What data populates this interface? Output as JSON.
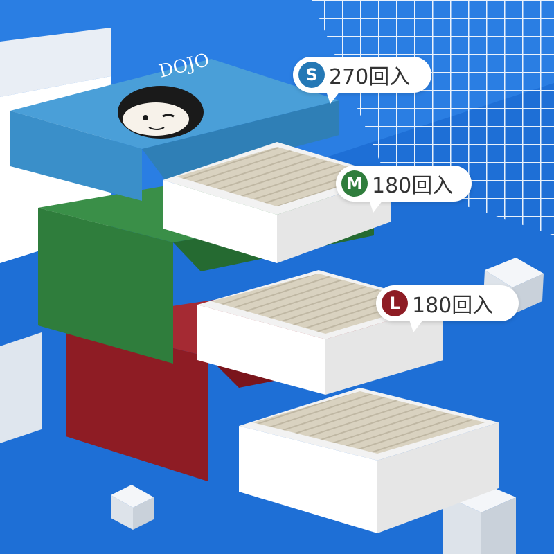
{
  "colors": {
    "background": "#1e6fd6",
    "box_small": "#3a8fc9",
    "box_medium": "#2f7d3c",
    "box_large": "#8e1c24",
    "badge_small": "#2478b5",
    "badge_medium": "#2f7d3c",
    "badge_large": "#8e1c24"
  },
  "brand": "DOJO",
  "callouts": [
    {
      "size": "S",
      "count": "270回入",
      "color": "#2478b5"
    },
    {
      "size": "M",
      "count": "180回入",
      "color": "#2f7d3c"
    },
    {
      "size": "L",
      "count": "180回入",
      "color": "#8e1c24"
    }
  ]
}
